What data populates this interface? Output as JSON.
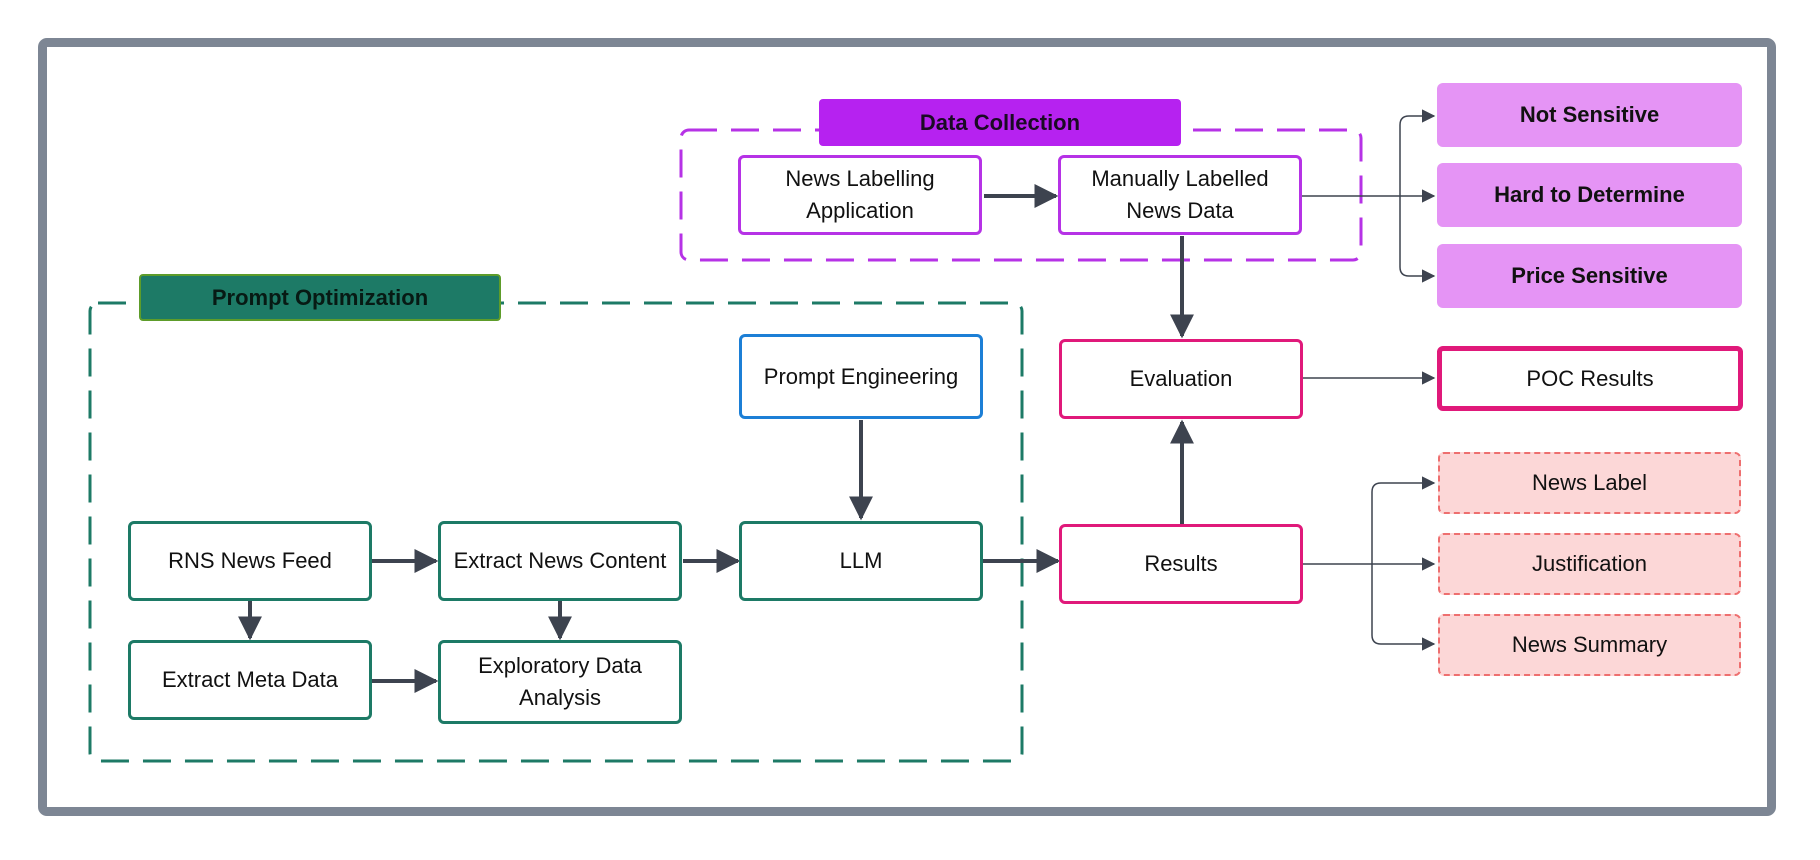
{
  "groups": {
    "data_collection": "Data Collection",
    "prompt_optimization": "Prompt Optimization"
  },
  "nodes": {
    "news_labelling_app": "News Labelling Application",
    "manually_labelled": "Manually Labelled News Data",
    "evaluation": "Evaluation",
    "results": "Results",
    "poc_results": "POC Results",
    "prompt_engineering": "Prompt Engineering",
    "llm": "LLM",
    "rns_feed": "RNS News Feed",
    "extract_content": "Extract News Content",
    "extract_meta": "Extract Meta Data",
    "eda": "Exploratory Data Analysis"
  },
  "label_categories": [
    "Not Sensitive",
    "Hard to Determine",
    "Price Sensitive"
  ],
  "outputs": [
    "News Label",
    "Justification",
    "News Summary"
  ],
  "colors": {
    "frame": "#7d8694",
    "teal": "#1d7a66",
    "violet": "#b632e6",
    "pink": "#e0197a",
    "blue": "#1c7fd6",
    "lilac": "#e594f5",
    "soft_red": "#fcd7d7",
    "arrow": "#3d434f"
  }
}
